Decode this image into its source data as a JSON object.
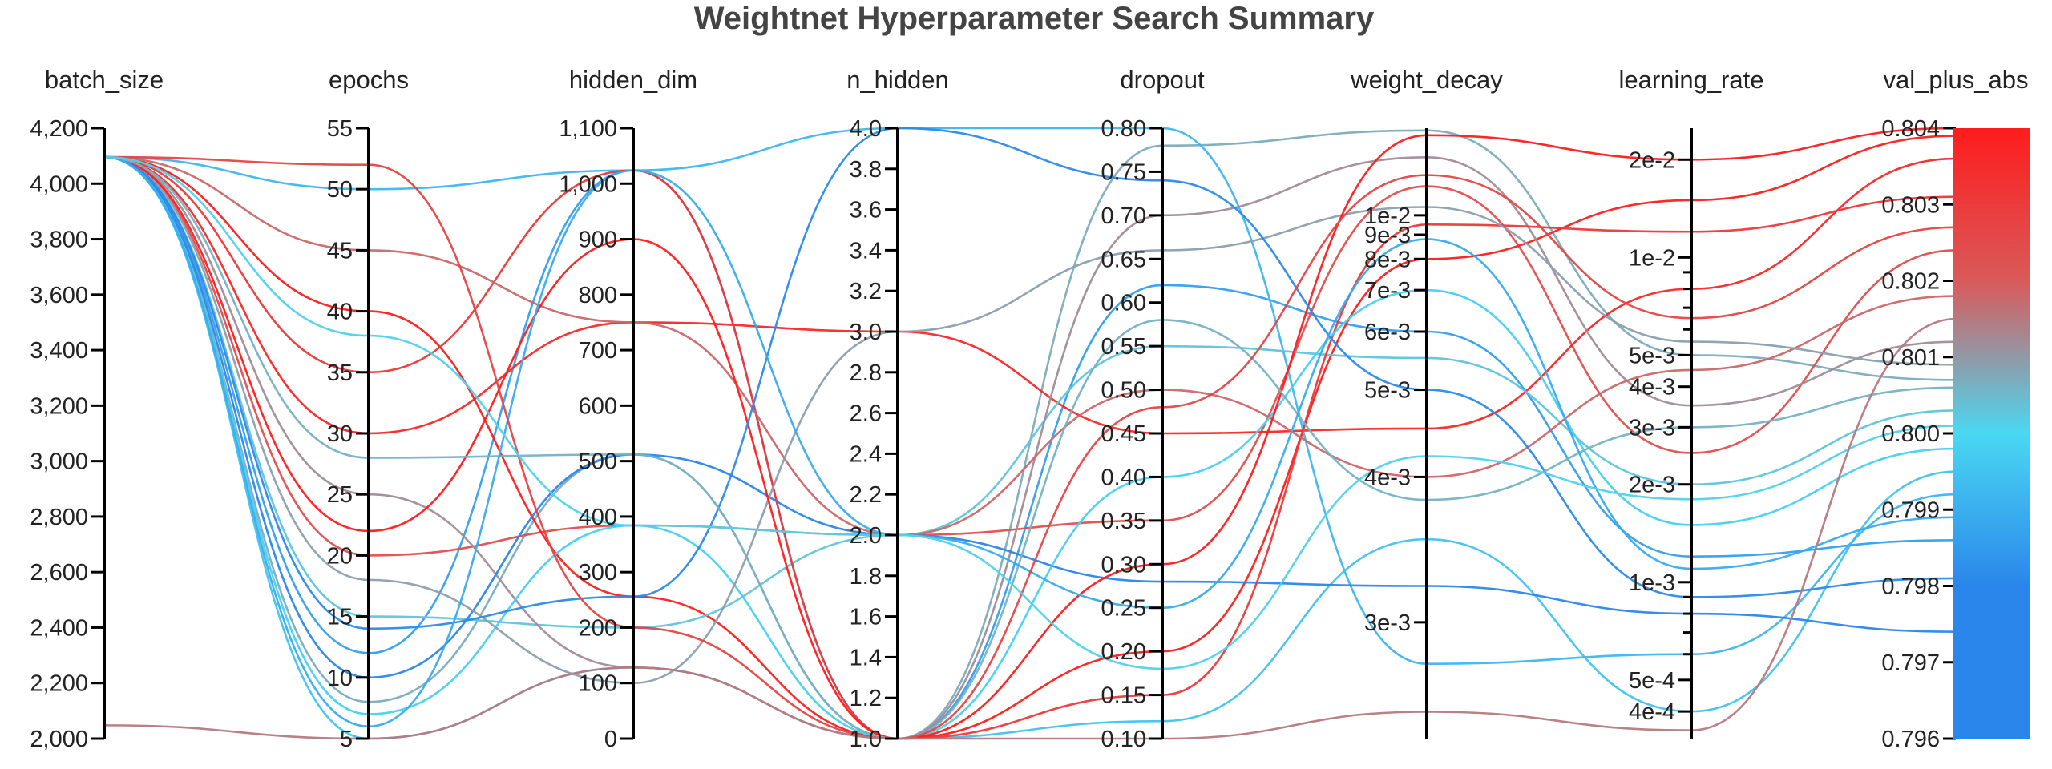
{
  "chart_data": {
    "type": "parallel_coordinates",
    "title": "Weightnet Hyperparameter Search Summary",
    "color_by": "val_plus_abs",
    "colorscale": [
      "#2a86ea",
      "#2a86ea",
      "#4ad8f2",
      "#d95a5a",
      "#ff1c1c"
    ],
    "axes": [
      {
        "name": "batch_size",
        "scale": "linear",
        "range": [
          2000,
          4200
        ],
        "ticks": [
          "2,000",
          "2,200",
          "2,400",
          "2,600",
          "2,800",
          "3,000",
          "3,200",
          "3,400",
          "3,600",
          "3,800",
          "4,000",
          "4,200"
        ],
        "tick_values": [
          2000,
          2200,
          2400,
          2600,
          2800,
          3000,
          3200,
          3400,
          3600,
          3800,
          4000,
          4200
        ]
      },
      {
        "name": "epochs",
        "scale": "linear",
        "range": [
          5,
          55
        ],
        "ticks": [
          "5",
          "10",
          "15",
          "20",
          "25",
          "30",
          "35",
          "40",
          "45",
          "50",
          "55"
        ],
        "tick_values": [
          5,
          10,
          15,
          20,
          25,
          30,
          35,
          40,
          45,
          50,
          55
        ]
      },
      {
        "name": "hidden_dim",
        "scale": "linear",
        "range": [
          0,
          1100
        ],
        "ticks": [
          "0",
          "100",
          "200",
          "300",
          "400",
          "500",
          "600",
          "700",
          "800",
          "900",
          "1,000",
          "1,100"
        ],
        "tick_values": [
          0,
          100,
          200,
          300,
          400,
          500,
          600,
          700,
          800,
          900,
          1000,
          1100
        ]
      },
      {
        "name": "n_hidden",
        "scale": "linear",
        "range": [
          1,
          4
        ],
        "ticks": [
          "1.0",
          "1.2",
          "1.4",
          "1.6",
          "1.8",
          "2.0",
          "2.2",
          "2.4",
          "2.6",
          "2.8",
          "3.0",
          "3.2",
          "3.4",
          "3.6",
          "3.8",
          "4.0"
        ],
        "tick_values": [
          1.0,
          1.2,
          1.4,
          1.6,
          1.8,
          2.0,
          2.2,
          2.4,
          2.6,
          2.8,
          3.0,
          3.2,
          3.4,
          3.6,
          3.8,
          4.0
        ]
      },
      {
        "name": "dropout",
        "scale": "linear",
        "range": [
          0.1,
          0.8
        ],
        "ticks": [
          "0.10",
          "0.15",
          "0.20",
          "0.25",
          "0.30",
          "0.35",
          "0.40",
          "0.45",
          "0.50",
          "0.55",
          "0.60",
          "0.65",
          "0.70",
          "0.75",
          "0.80"
        ],
        "tick_values": [
          0.1,
          0.15,
          0.2,
          0.25,
          0.3,
          0.35,
          0.4,
          0.45,
          0.5,
          0.55,
          0.6,
          0.65,
          0.7,
          0.75,
          0.8
        ]
      },
      {
        "name": "weight_decay",
        "scale": "reciprocal",
        "range": [
          0.0025,
          0.02
        ],
        "ticks": [
          "3e-3",
          "4e-3",
          "5e-3",
          "6e-3",
          "7e-3",
          "8e-3",
          "9e-3",
          "1e-2"
        ],
        "tick_values": [
          0.003,
          0.004,
          0.005,
          0.006,
          0.007,
          0.008,
          0.009,
          0.01
        ]
      },
      {
        "name": "learning_rate",
        "scale": "log",
        "range": [
          0.00033,
          0.025
        ],
        "ticks": [
          "4e-4",
          "5e-4",
          "1e-3",
          "2e-3",
          "3e-3",
          "4e-3",
          "5e-3",
          "1e-2",
          "2e-2"
        ],
        "tick_values": [
          0.0004,
          0.0005,
          0.001,
          0.002,
          0.003,
          0.004,
          0.005,
          0.01,
          0.02
        ],
        "minor_tick_values": [
          0.0006,
          0.0007,
          0.0008,
          0.0009,
          0.006,
          0.007,
          0.008,
          0.009
        ]
      },
      {
        "name": "val_plus_abs",
        "scale": "linear",
        "range": [
          0.796,
          0.804
        ],
        "ticks": [
          "0.796",
          "0.797",
          "0.798",
          "0.799",
          "0.800",
          "0.801",
          "0.802",
          "0.803",
          "0.804"
        ],
        "tick_values": [
          0.796,
          0.797,
          0.798,
          0.799,
          0.8,
          0.801,
          0.802,
          0.803,
          0.804
        ]
      }
    ],
    "traces": [
      {
        "batch_size": 4096,
        "epochs": 5,
        "hidden_dim": 128,
        "n_hidden": 1,
        "dropout": 0.12,
        "weight_decay": 0.0035,
        "learning_rate": 0.0004,
        "val_plus_abs": 0.7995
      },
      {
        "batch_size": 4096,
        "epochs": 8,
        "hidden_dim": 512,
        "n_hidden": 1,
        "dropout": 0.78,
        "weight_decay": 0.0195,
        "learning_rate": 0.005,
        "val_plus_abs": 0.8007
      },
      {
        "batch_size": 4096,
        "epochs": 12,
        "hidden_dim": 1024,
        "n_hidden": 1,
        "dropout": 0.62,
        "weight_decay": 0.006,
        "learning_rate": 0.0012,
        "val_plus_abs": 0.7986
      },
      {
        "batch_size": 4096,
        "epochs": 20,
        "hidden_dim": 384,
        "n_hidden": 2,
        "dropout": 0.35,
        "weight_decay": 0.012,
        "learning_rate": 0.0025,
        "val_plus_abs": 0.8024
      },
      {
        "batch_size": 4096,
        "epochs": 30,
        "hidden_dim": 750,
        "n_hidden": 3,
        "dropout": 0.45,
        "weight_decay": 0.0045,
        "learning_rate": 0.008,
        "val_plus_abs": 0.8036
      },
      {
        "batch_size": 4096,
        "epochs": 50,
        "hidden_dim": 1024,
        "n_hidden": 4,
        "dropout": 0.8,
        "weight_decay": 0.0028,
        "learning_rate": 0.0006,
        "val_plus_abs": 0.7992
      },
      {
        "batch_size": 4096,
        "epochs": 40,
        "hidden_dim": 256,
        "n_hidden": 1,
        "dropout": 0.2,
        "weight_decay": 0.008,
        "learning_rate": 0.015,
        "val_plus_abs": 0.8039
      },
      {
        "batch_size": 4096,
        "epochs": 15,
        "hidden_dim": 200,
        "n_hidden": 2,
        "dropout": 0.55,
        "weight_decay": 0.0055,
        "learning_rate": 0.002,
        "val_plus_abs": 0.8003
      },
      {
        "batch_size": 4096,
        "epochs": 25,
        "hidden_dim": 128,
        "n_hidden": 1,
        "dropout": 0.7,
        "weight_decay": 0.015,
        "learning_rate": 0.0035,
        "val_plus_abs": 0.8012
      },
      {
        "batch_size": 4096,
        "epochs": 10,
        "hidden_dim": 512,
        "n_hidden": 2,
        "dropout": 0.28,
        "weight_decay": 0.0032,
        "learning_rate": 0.0008,
        "val_plus_abs": 0.7974
      },
      {
        "batch_size": 4096,
        "epochs": 35,
        "hidden_dim": 1024,
        "n_hidden": 1,
        "dropout": 0.15,
        "weight_decay": 0.0095,
        "learning_rate": 0.012,
        "val_plus_abs": 0.8031
      },
      {
        "batch_size": 4096,
        "epochs": 45,
        "hidden_dim": 750,
        "n_hidden": 2,
        "dropout": 0.5,
        "weight_decay": 0.004,
        "learning_rate": 0.0045,
        "val_plus_abs": 0.8018
      },
      {
        "batch_size": 4096,
        "epochs": 7,
        "hidden_dim": 384,
        "n_hidden": 1,
        "dropout": 0.4,
        "weight_decay": 0.007,
        "learning_rate": 0.0015,
        "val_plus_abs": 0.7998
      },
      {
        "batch_size": 4096,
        "epochs": 18,
        "hidden_dim": 100,
        "n_hidden": 3,
        "dropout": 0.66,
        "weight_decay": 0.0105,
        "learning_rate": 0.0055,
        "val_plus_abs": 0.8009
      },
      {
        "batch_size": 4096,
        "epochs": 22,
        "hidden_dim": 900,
        "n_hidden": 1,
        "dropout": 0.3,
        "weight_decay": 0.0185,
        "learning_rate": 0.02,
        "val_plus_abs": 0.8041
      },
      {
        "batch_size": 4096,
        "epochs": 14,
        "hidden_dim": 256,
        "n_hidden": 4,
        "dropout": 0.74,
        "weight_decay": 0.005,
        "learning_rate": 0.0009,
        "val_plus_abs": 0.7981
      },
      {
        "batch_size": 4096,
        "epochs": 28,
        "hidden_dim": 512,
        "n_hidden": 1,
        "dropout": 0.58,
        "weight_decay": 0.0038,
        "learning_rate": 0.003,
        "val_plus_abs": 0.8006
      },
      {
        "batch_size": 4096,
        "epochs": 6,
        "hidden_dim": 1024,
        "n_hidden": 2,
        "dropout": 0.25,
        "weight_decay": 0.0088,
        "learning_rate": 0.0011,
        "val_plus_abs": 0.7989
      },
      {
        "batch_size": 4096,
        "epochs": 52,
        "hidden_dim": 200,
        "n_hidden": 1,
        "dropout": 0.48,
        "weight_decay": 0.013,
        "learning_rate": 0.0065,
        "val_plus_abs": 0.8027
      },
      {
        "batch_size": 4096,
        "epochs": 38,
        "hidden_dim": 384,
        "n_hidden": 2,
        "dropout": 0.18,
        "weight_decay": 0.0042,
        "learning_rate": 0.0018,
        "val_plus_abs": 0.8001
      },
      {
        "batch_size": 2048,
        "epochs": 5,
        "hidden_dim": 128,
        "n_hidden": 1,
        "dropout": 0.1,
        "weight_decay": 0.0026,
        "learning_rate": 0.00035,
        "val_plus_abs": 0.8015
      }
    ]
  }
}
